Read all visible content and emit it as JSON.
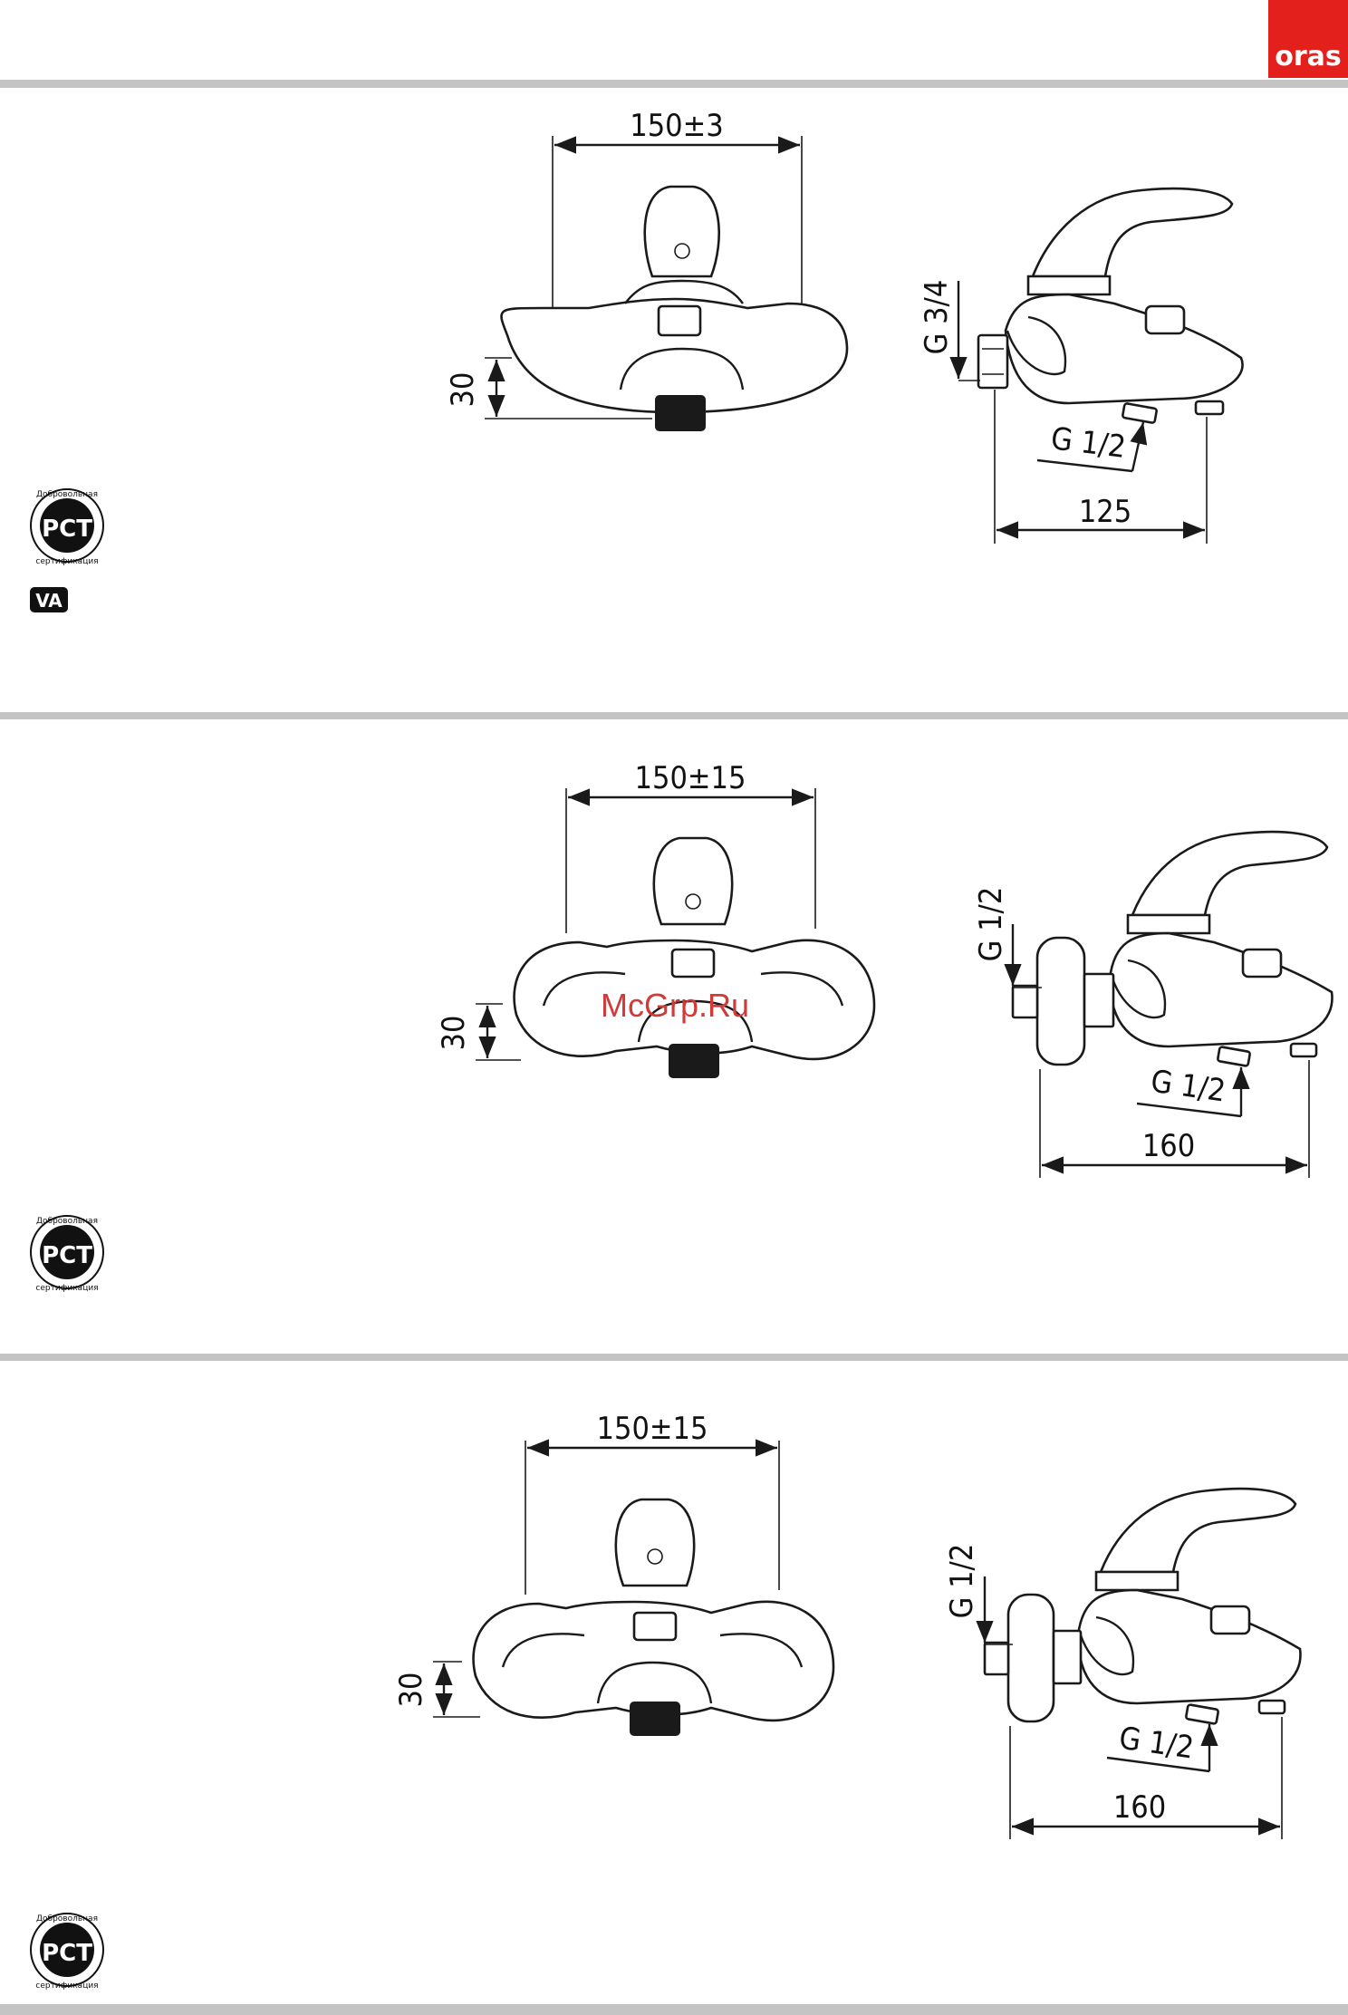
{
  "brand": {
    "logo_text": "oras",
    "color": "#e3201b"
  },
  "watermark": "McGrp.Ru",
  "certification": {
    "top_text": "Добровольная",
    "bottom_text": "сертификация",
    "letters": "РСТ",
    "extra_mark": "VA"
  },
  "sections": [
    {
      "front": {
        "width_dim": "150±3",
        "height_dim": "30"
      },
      "side": {
        "inlet_thread": "G 3/4",
        "outlet_thread": "G 1/2",
        "depth_dim": "125"
      }
    },
    {
      "front": {
        "width_dim": "150±15",
        "height_dim": "30"
      },
      "side": {
        "inlet_thread": "G 1/2",
        "outlet_thread": "G 1/2",
        "depth_dim": "160"
      }
    },
    {
      "front": {
        "width_dim": "150±15",
        "height_dim": "30"
      },
      "side": {
        "inlet_thread": "G 1/2",
        "outlet_thread": "G 1/2",
        "depth_dim": "160"
      }
    }
  ]
}
